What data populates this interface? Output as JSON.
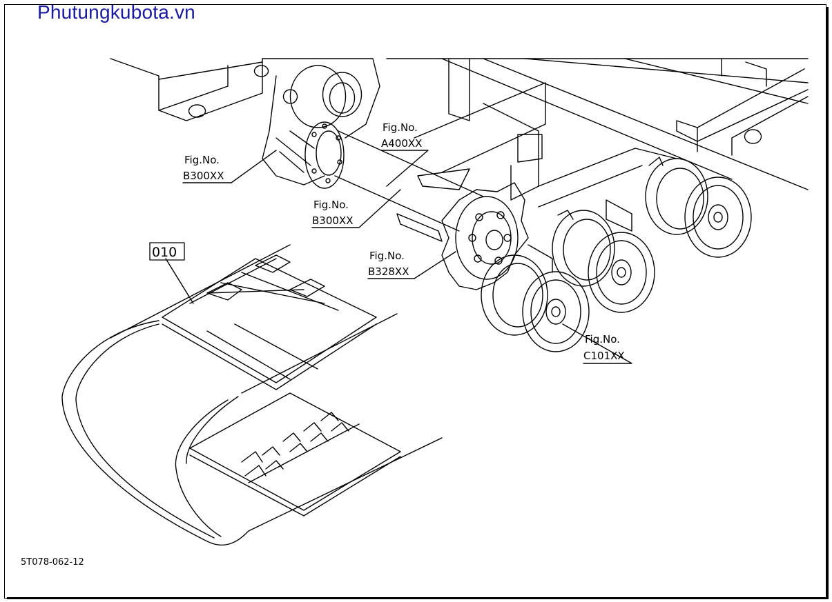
{
  "site_title": "Phutungkubota.vn",
  "drawing_id": "5T078-062-12",
  "part_number": "010",
  "callouts": [
    {
      "line1": "Fig.No.",
      "line2": "A400XX"
    },
    {
      "line1": "Fig.No.",
      "line2": "B300XX"
    },
    {
      "line1": "Fig.No.",
      "line2": "B300XX"
    },
    {
      "line1": "Fig.No.",
      "line2": "B328XX"
    },
    {
      "line1": "Fig.No.",
      "line2": "C101XX"
    }
  ],
  "colors": {
    "title": "#1a1aa0",
    "line": "#000000",
    "background": "#ffffff"
  }
}
